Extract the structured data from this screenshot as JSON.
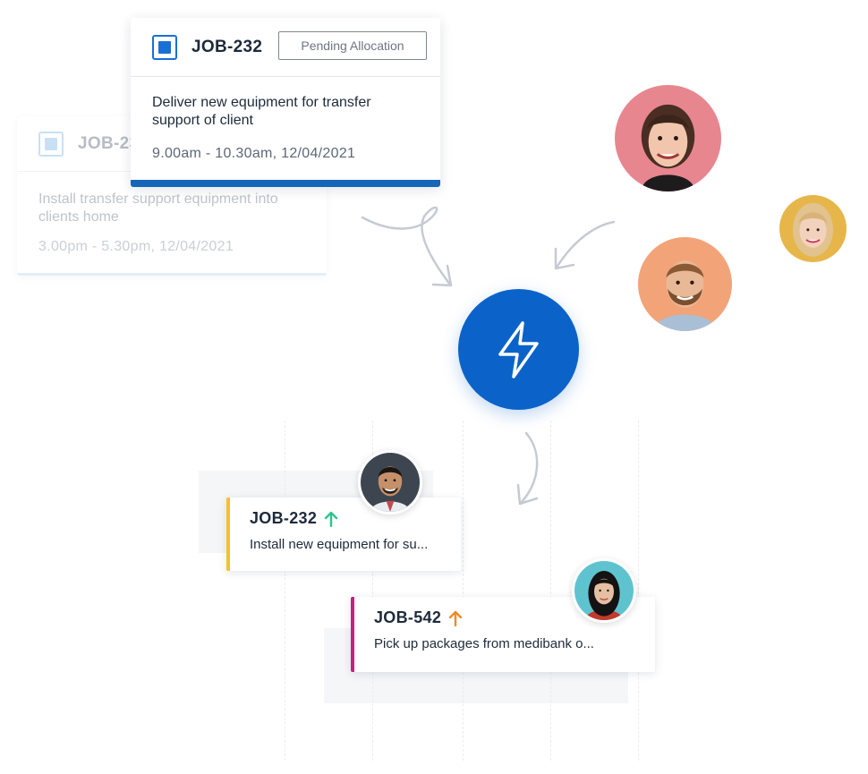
{
  "back_card": {
    "job_id": "JOB-232",
    "description": "Install transfer support equipment into clients home",
    "time": "3.00pm - 5.30pm, 12/04/2021"
  },
  "front_card": {
    "job_id": "JOB-232",
    "status": "Pending Allocation",
    "description": "Deliver new equipment for transfer support of client",
    "time": "9.00am - 10.30am, 12/04/2021",
    "accent": "#1565b8"
  },
  "dispatch": {
    "icon": "lightning-bolt-icon",
    "color": "#0b63c9"
  },
  "assigned_jobs": [
    {
      "job_id": "JOB-232",
      "description": "Install new equipment for su...",
      "priority_icon": "arrow-up-icon",
      "priority_color": "#2fc48d",
      "accent": "#f5c12b"
    },
    {
      "job_id": "JOB-542",
      "description": "Pick up packages from medibank o...",
      "priority_icon": "arrow-up-icon",
      "priority_color": "#f08a24",
      "accent": "#c2247a"
    }
  ]
}
